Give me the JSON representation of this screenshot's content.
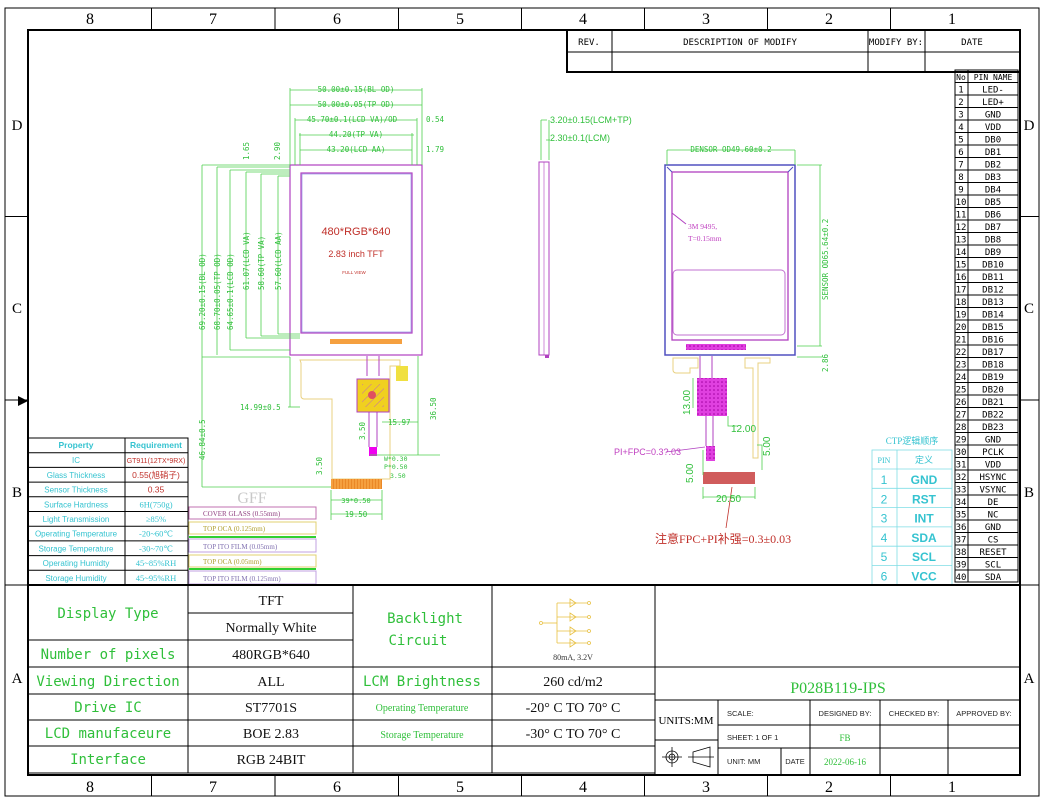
{
  "frame": {
    "columns": [
      "8",
      "7",
      "6",
      "5",
      "4",
      "3",
      "2",
      "1"
    ],
    "rows": [
      "D",
      "C",
      "B",
      "A"
    ]
  },
  "revision_table": {
    "headers": [
      "REV.",
      "DESCRIPTION OF MODIFY",
      "MODIFY BY:",
      "DATE"
    ]
  },
  "pin_table": {
    "headers": [
      "No",
      "PIN NAME"
    ],
    "pins": [
      "LED-",
      "LED+",
      "GND",
      "VDD",
      "DB0",
      "DB1",
      "DB2",
      "DB3",
      "DB4",
      "DB5",
      "DB6",
      "DB7",
      "DB8",
      "DB9",
      "DB10",
      "DB11",
      "DB12",
      "DB13",
      "DB14",
      "DB15",
      "DB16",
      "DB17",
      "DB18",
      "DB19",
      "DB20",
      "DB21",
      "DB22",
      "DB23",
      "GND",
      "PCLK",
      "VDD",
      "HSYNC",
      "VSYNC",
      "DE",
      "NC",
      "GND",
      "CS",
      "RESET",
      "SCL",
      "SDA"
    ]
  },
  "front_view": {
    "screen_text": [
      "480*RGB*640",
      "2.83 inch TFT",
      "FULL VIEW"
    ],
    "dims_top": [
      "50.00±0.15(BL OD)",
      "50.00±0.05(TP OD)",
      "45.70±0.1(LCD VA)/OD",
      "44.20(TP VA)",
      "43.20(LCD AA)",
      "0.54",
      "1.79",
      "1.65",
      "2.90"
    ],
    "dims_left": [
      "69.20±0.15(BL OD)",
      "68.70±0.05(TP OD)",
      "64.65±0.1(LCD OD)",
      "61.07(LCD VA)",
      "58.60(TP VA)",
      "57.60(LCD AA)"
    ],
    "dims_bottom": [
      "46.84±0.5",
      "14.99±0.5",
      "15.97",
      "36.50",
      "3.50",
      "3.50",
      "W*0.30",
      "P*0.50",
      "3.50",
      "39*0.50",
      "19.50"
    ]
  },
  "side_view": {
    "dims": [
      "3.20±0.15(LCM+TP)",
      "2.30±0.1(LCM)"
    ]
  },
  "rear_view": {
    "dims": [
      "DENSOR OD49.60±0.2",
      "SENSOR OD65.64±0.2",
      "2.86",
      "13.00",
      "12.00",
      "5.00",
      "5.00",
      "20.50"
    ],
    "labels": [
      "3M 9495,",
      "T=0.15mm",
      "PI+FPC=0.3?.03",
      "注意FPC+PI补强=0.3±0.03"
    ]
  },
  "property_table": {
    "headers": [
      "Property",
      "Requirement"
    ],
    "rows": [
      [
        "IC",
        "GT911(12TX*9RX)"
      ],
      [
        "Glass Thickness",
        "0.55(旭硝子)"
      ],
      [
        "Sensor Thickness",
        "0.35"
      ],
      [
        "Surface Hardness",
        "6H(750g)"
      ],
      [
        "Light Transmission",
        "≥85%"
      ],
      [
        "Operating Temperature",
        "-20~60℃"
      ],
      [
        "Storage Temperature",
        "-30~70℃"
      ],
      [
        "Operating Humidty",
        "45~85%RH"
      ],
      [
        "Storage Humidity",
        "45~95%RH"
      ]
    ]
  },
  "stackup": {
    "title": "GFF",
    "layers": [
      "COVER GLASS (0.55mm)",
      "TOP OCA (0.125mm)",
      "TOP ITO FILM (0.05mm)",
      "TOP OCA (0.05mm)",
      "TOP ITO FILM (0.125mm)"
    ]
  },
  "ctp_table": {
    "title": "CTP逻辑顺序",
    "headers": [
      "PIN",
      "定义"
    ],
    "rows": [
      [
        "1",
        "GND"
      ],
      [
        "2",
        "RST"
      ],
      [
        "3",
        "INT"
      ],
      [
        "4",
        "SDA"
      ],
      [
        "5",
        "SCL"
      ],
      [
        "6",
        "VCC"
      ]
    ]
  },
  "spec_table": {
    "display_type_label": "Display Type",
    "display_type_values": [
      "TFT",
      "Normally White"
    ],
    "pixels_label": "Number of pixels",
    "pixels_value": "480RGB*640",
    "viewing_label": "Viewing Direction",
    "viewing_value": "ALL",
    "drive_ic_label": "Drive IC",
    "drive_ic_value": "ST7701S",
    "lcd_mfr_label": "LCD manufaceure",
    "lcd_mfr_value": "BOE 2.83",
    "interface_label": "Interface",
    "interface_value": "RGB 24BIT",
    "backlight_label": [
      "Backlight",
      "Circuit"
    ],
    "backlight_note": "80mA, 3.2V",
    "brightness_label": "LCM Brightness",
    "brightness_value": "260 cd/m2",
    "op_temp_label": "Operating Temperature",
    "op_temp_value": "-20° C TO 70° C",
    "st_temp_label": "Storage Temperature",
    "st_temp_value": "-30° C TO 70° C"
  },
  "title_block": {
    "part_number": "P028B119-IPS",
    "units": "UNITS:MM",
    "scale_label": "SCALE:",
    "sheet": "SHEET:  1  OF  1",
    "unit": "UNIT:   MM",
    "date_label": "DATE",
    "designed_by_label": "DESIGNED BY:",
    "designed_by": "FB",
    "date": "2022-06-16",
    "checked_by_label": "CHECKED BY:",
    "approved_by_label": "APPROVED BY:"
  },
  "colors": {
    "dimension": "#2fbf3a",
    "outline": "#b040c0",
    "property": "#35c3d0",
    "annotation": "#c0302a"
  }
}
